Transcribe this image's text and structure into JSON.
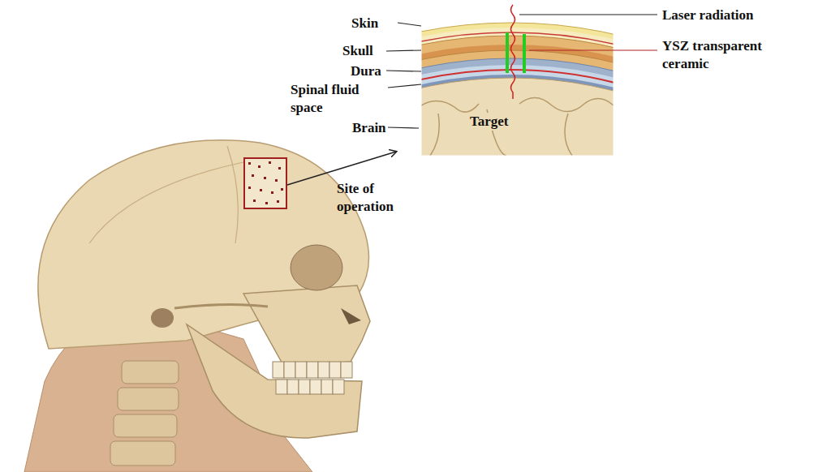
{
  "diagram": {
    "labels": [
      "Skin",
      "Laser radiation",
      "Skull",
      "YSZ transparent ceramic",
      "Dura",
      "Spinal fluid space",
      "Target",
      "Brain",
      "Site of operation"
    ]
  }
}
